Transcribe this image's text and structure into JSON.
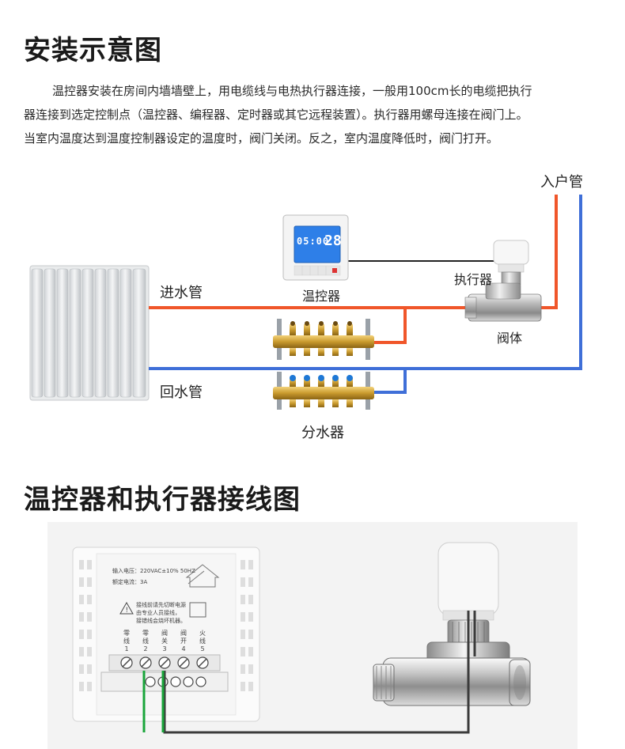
{
  "section1": {
    "title": "安装示意图",
    "paragraph_lines": [
      "温控器安装在房间内墙墙壁上，用电缆线与电热执行器连接，一般用100cm长的电缆把执行",
      "器连接到选定控制点（温控器、编程器、定时器或其它远程装置）。执行器用螺母连接在阀门上。",
      "当室内温度达到温度控制器设定的温度时，阀门关闭。反之，室内温度降低时，阀门打开。"
    ]
  },
  "diagram1": {
    "labels": {
      "inlet_main": "入户管",
      "supply_pipe": "进水管",
      "thermostat": "温控器",
      "actuator": "执行器",
      "valve_body": "阀体",
      "return_pipe": "回水管",
      "manifold": "分水器"
    },
    "thermostat_display": {
      "time": "05:00",
      "temp": "28"
    },
    "colors": {
      "hot": "#f0562a",
      "cold": "#3f6fd8",
      "signal": "#222222"
    }
  },
  "section2": {
    "title": "温控器和执行器接线图",
    "panel": {
      "rating_1": "输入电压：220VAC±10% 50HZ",
      "rating_2": "额定电流：3A",
      "warning_1": "接线前请先切断电源",
      "warning_2": "由专业人员接线，",
      "warning_3": "接错线会烧坏机器。",
      "terminals": [
        {
          "name": "零线",
          "num": "1"
        },
        {
          "name": "零线",
          "num": "2"
        },
        {
          "name": "阀关",
          "num": "3"
        },
        {
          "name": "阀开",
          "num": "4"
        },
        {
          "name": "火线",
          "num": "5"
        }
      ]
    },
    "colors": {
      "green_wire": "#19a53a",
      "gray_wire": "#3b3b3b"
    }
  }
}
